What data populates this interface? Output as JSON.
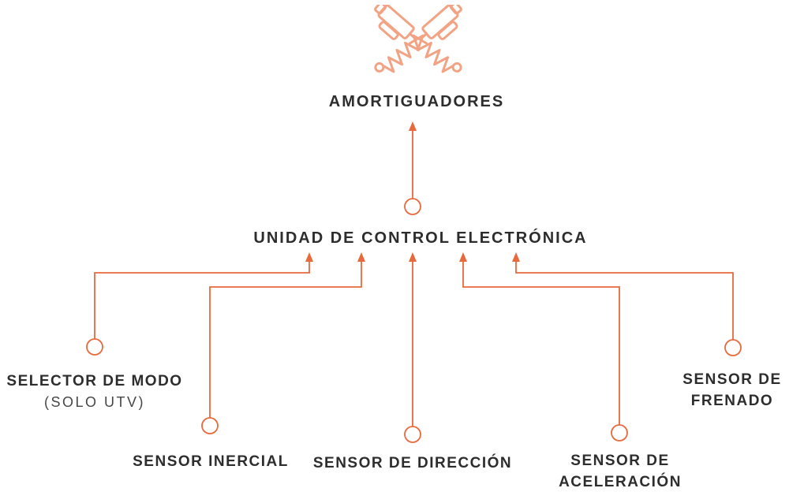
{
  "diagram": {
    "top": {
      "icon": "shock-absorbers-crossed-icon",
      "label": "AMORTIGUADORES"
    },
    "ecu": {
      "label": "UNIDAD DE CONTROL ELECTRÓNICA"
    },
    "inputs": [
      {
        "id": "selector-de-modo",
        "lines": [
          "SELECTOR DE MODO",
          "(SOLO UTV)"
        ]
      },
      {
        "id": "sensor-inercial",
        "lines": [
          "SENSOR INERCIAL"
        ]
      },
      {
        "id": "sensor-de-direccion",
        "lines": [
          "SENSOR DE DIRECCIÓN"
        ]
      },
      {
        "id": "sensor-de-aceleracion",
        "lines": [
          "SENSOR DE",
          "ACELERACIÓN"
        ]
      },
      {
        "id": "sensor-de-frenado",
        "lines": [
          "SENSOR DE",
          "FRENADO"
        ]
      }
    ],
    "colors": {
      "connector": "#e8693c",
      "icon_stroke": "#f2a383",
      "text": "#2d2d2d"
    }
  }
}
